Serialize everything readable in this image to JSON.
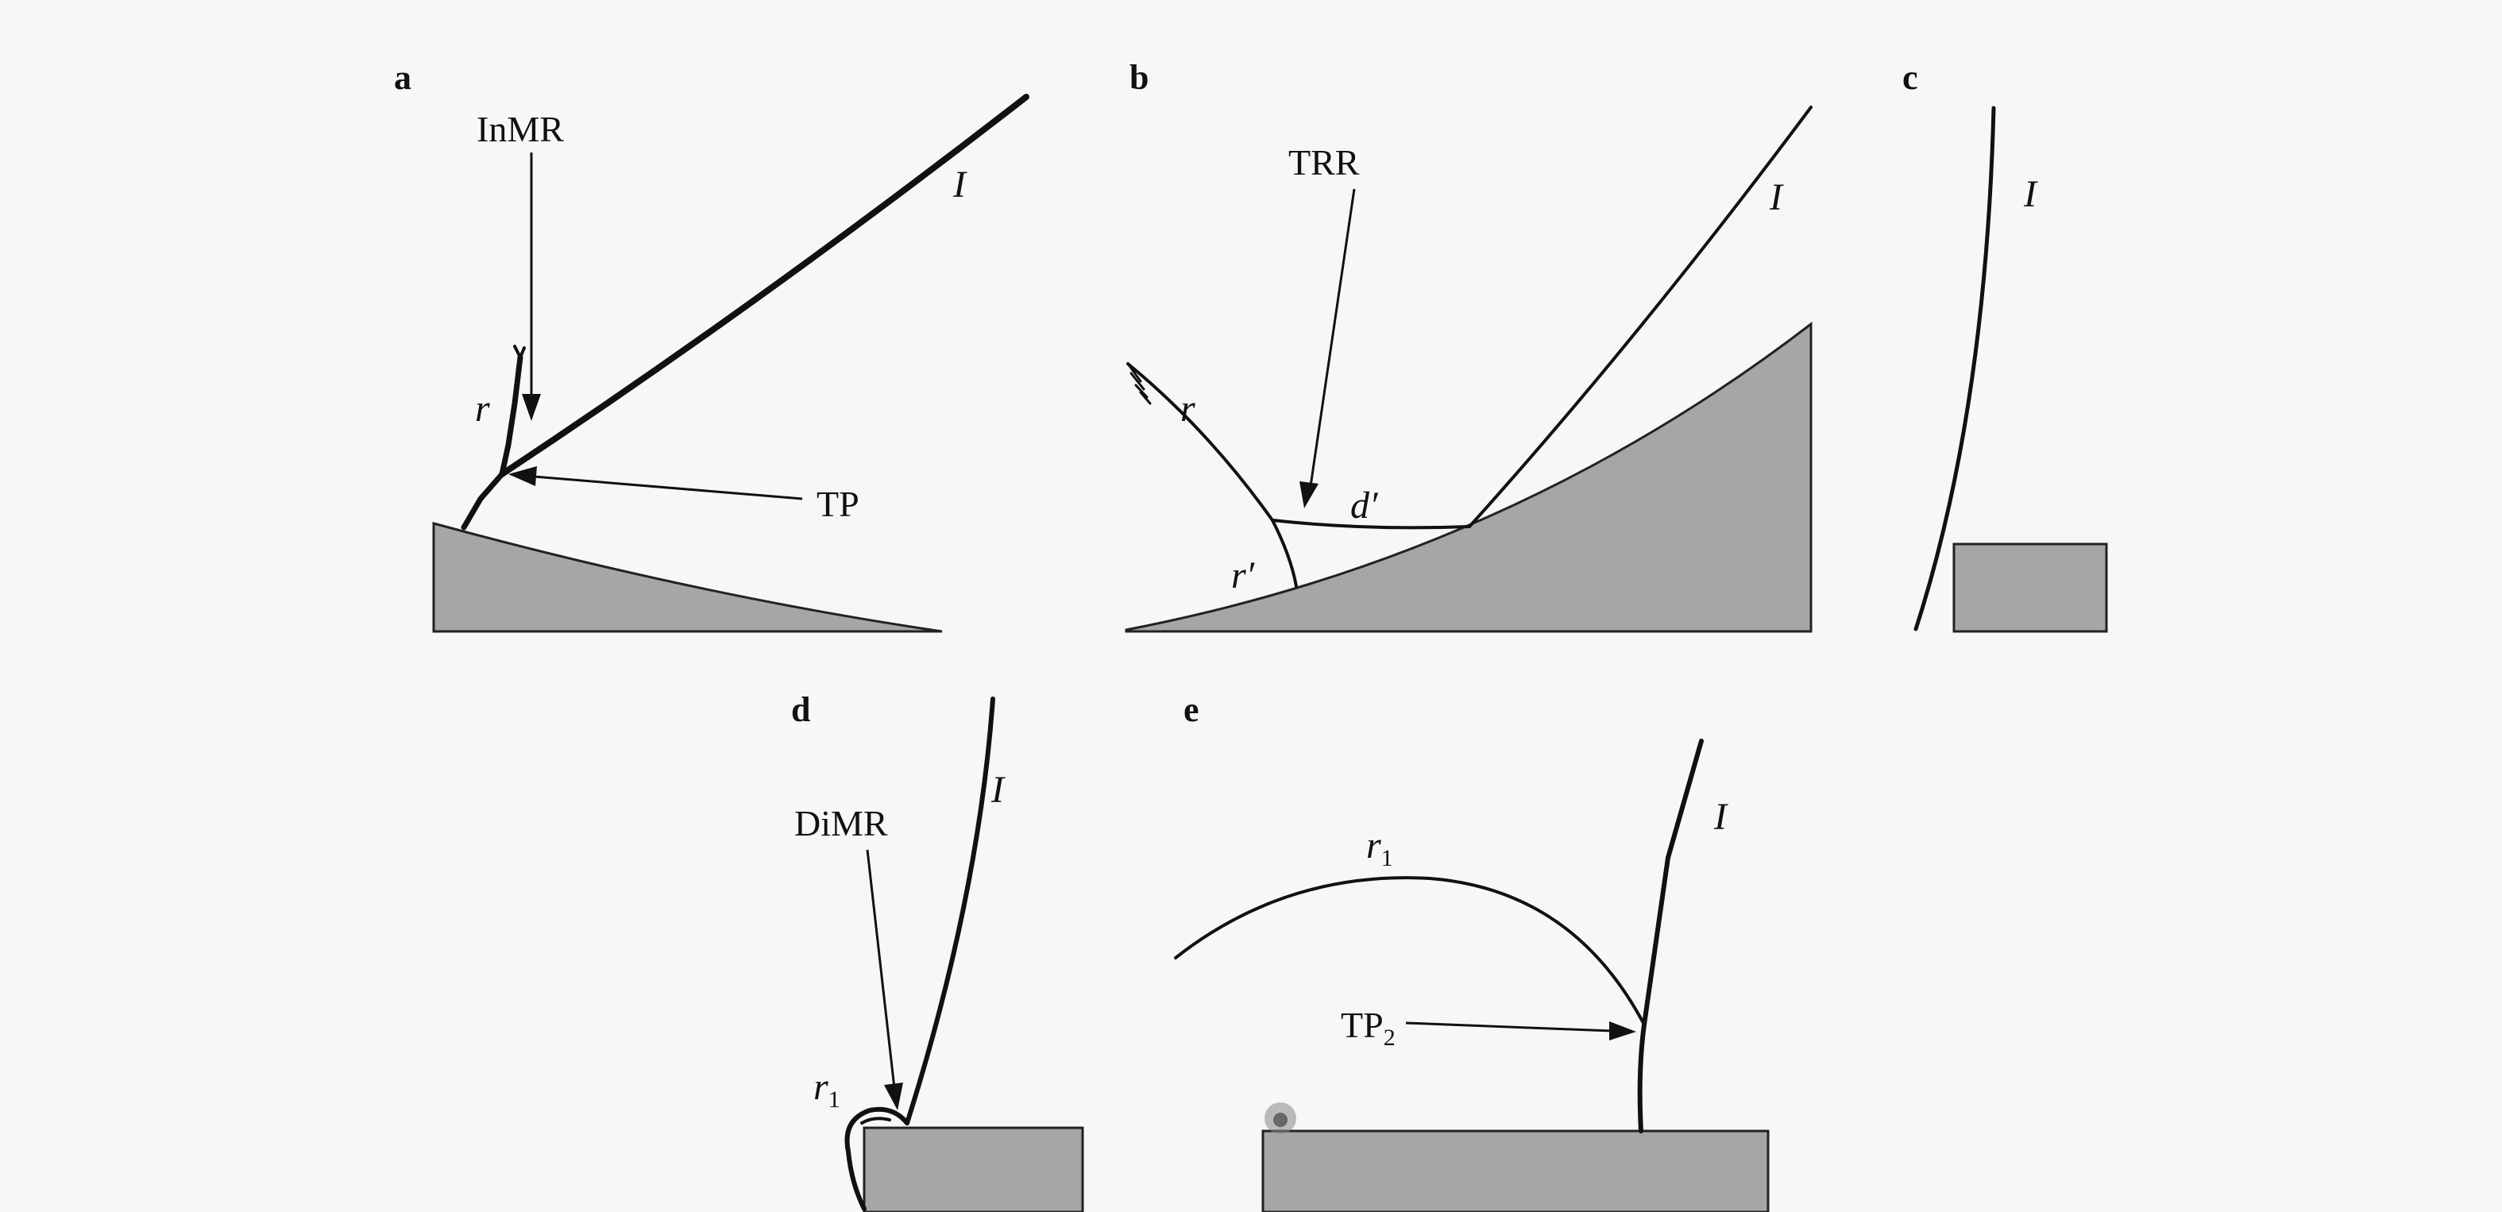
{
  "panels": [
    {
      "letter": "a",
      "labels": {
        "incident": "I",
        "reflected": "r",
        "mach_reflection": "InMR",
        "triple_point": "TP"
      }
    },
    {
      "letter": "b",
      "labels": {
        "incident": "I",
        "reflected": "r",
        "transition": "TRR",
        "mach_stem": "d′",
        "second_reflected": "r′"
      }
    },
    {
      "letter": "c",
      "labels": {
        "incident": "I"
      }
    },
    {
      "letter": "d",
      "labels": {
        "incident": "I",
        "mach_reflection": "DiMR",
        "reflected_base": "r",
        "reflected_sub": "1"
      }
    },
    {
      "letter": "e",
      "labels": {
        "incident": "I",
        "reflected_base": "r",
        "reflected_sub": "1",
        "triple_point_base": "TP",
        "triple_point_sub": "2"
      }
    }
  ],
  "colors": {
    "wedge_fill": "#a6a6a6",
    "line": "#111111",
    "background": "#f7f7f7"
  }
}
